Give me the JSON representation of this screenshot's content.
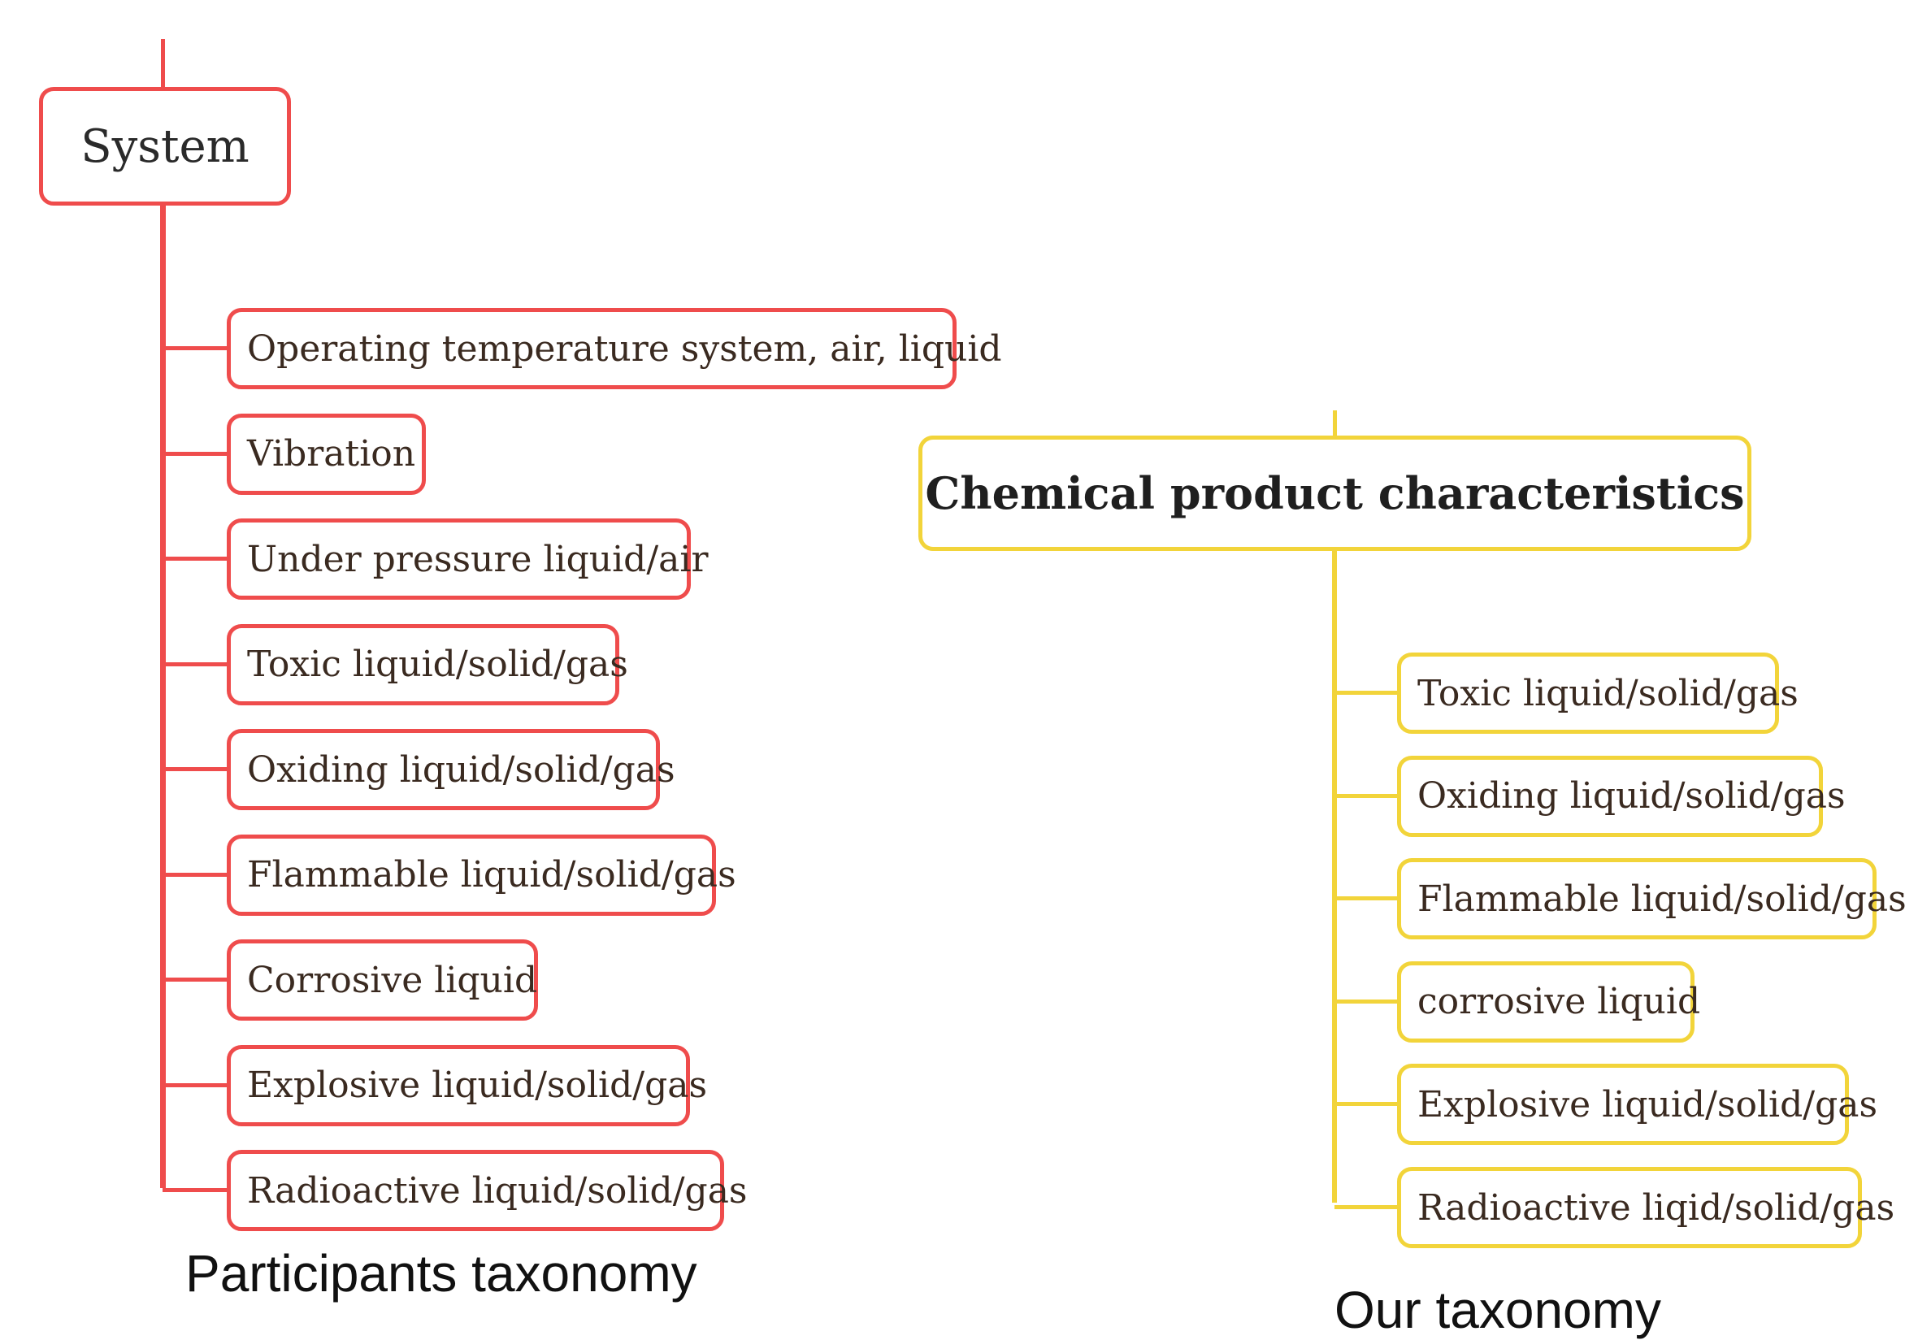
{
  "participants": {
    "root": "System",
    "children": [
      "Operating temperature system, air, liquid",
      "Vibration",
      "Under pressure liquid/air",
      "Toxic liquid/solid/gas",
      "Oxiding liquid/solid/gas",
      "Flammable liquid/solid/gas",
      "Corrosive liquid",
      "Explosive liquid/solid/gas",
      "Radioactive liquid/solid/gas"
    ],
    "caption": "Participants taxonomy",
    "color": "#ef4c4c"
  },
  "ours": {
    "root": "Chemical product characteristics",
    "children": [
      "Toxic liquid/solid/gas",
      "Oxiding liquid/solid/gas",
      "Flammable liquid/solid/gas",
      "corrosive liquid",
      "Explosive liquid/solid/gas",
      "Radioactive liqid/solid/gas"
    ],
    "caption": "Our taxonomy",
    "color": "#f2d43a"
  }
}
